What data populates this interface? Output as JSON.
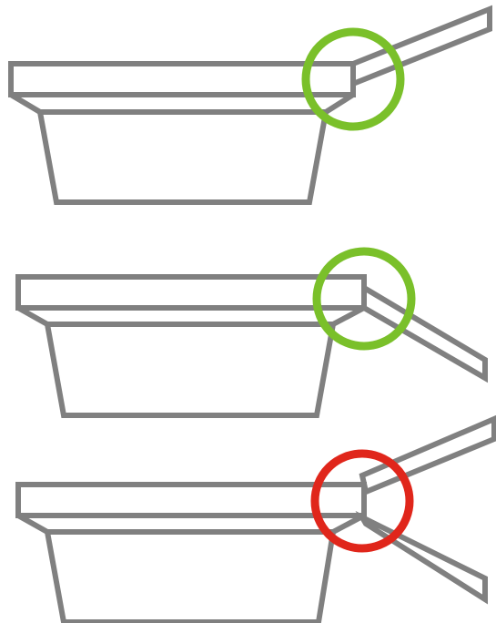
{
  "colors": {
    "structure": "#808080",
    "ok": "#7ac02a",
    "bad": "#e0261b",
    "background": "#ffffff"
  },
  "diagrams": [
    {
      "id": "hinge-config-1",
      "connection": "ok",
      "arms": [
        "upper"
      ]
    },
    {
      "id": "hinge-config-2",
      "connection": "ok",
      "arms": [
        "lower"
      ]
    },
    {
      "id": "hinge-config-3",
      "connection": "bad",
      "arms": [
        "upper",
        "lower"
      ]
    }
  ]
}
